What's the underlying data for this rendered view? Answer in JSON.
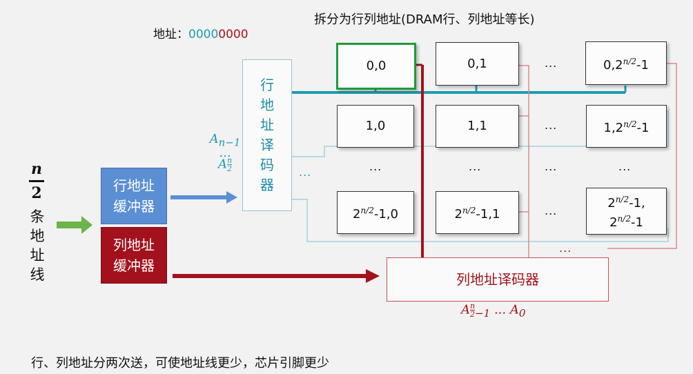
{
  "title": "拆分为行列地址(DRAM行、列地址等长)",
  "address": {
    "label": "地址：",
    "teal_part": "0000",
    "red_part": "0000"
  },
  "side_label": {
    "fraction_num": "n",
    "fraction_den": "2",
    "chars": [
      "条",
      "地",
      "址",
      "线"
    ]
  },
  "row_buffer": {
    "line1": "行地址",
    "line2": "缓冲器"
  },
  "col_buffer": {
    "line1": "列地址",
    "line2": "缓冲器"
  },
  "row_decoder": {
    "chars": [
      "行",
      "地",
      "址",
      "译",
      "码",
      "器"
    ]
  },
  "col_decoder": {
    "label": "列地址译码器"
  },
  "row_addr": {
    "top": "A",
    "top_sub": "n−1",
    "dots": "...",
    "bottom": "A",
    "bottom_sub_num": "n",
    "bottom_sub_den": "2"
  },
  "col_addr": {
    "first": "A",
    "first_sub_num": "n",
    "first_sub_den": "2",
    "first_sub_tail": "−1",
    "dots": "...",
    "last": "A",
    "last_sub": "0"
  },
  "cells": {
    "c00": "0,0",
    "c01": "0,1",
    "c0n": {
      "base": "0,2",
      "exp": "n/2",
      "tail": "-1"
    },
    "c10": "1,0",
    "c11": "1,1",
    "c1n": {
      "base": "1,2",
      "exp": "n/2",
      "tail": "-1"
    },
    "cn0": {
      "base": "2",
      "exp": "n/2",
      "tail": "-1,0"
    },
    "cn1": {
      "base": "2",
      "exp": "n/2",
      "tail": "-1,1"
    },
    "cnn": {
      "l1_base": "2",
      "l1_exp": "n/2",
      "l1_tail": "-1,",
      "l2_base": "2",
      "l2_exp": "n/2",
      "l2_tail": "-1"
    }
  },
  "ellipsis": "...",
  "footer": "行、列地址分两次送，可使地址线更少，芯片引脚更少",
  "colors": {
    "row": "#1f9bb0",
    "col": "#a3121c",
    "selected": "#1c9b3a",
    "row_buffer": "#5b8fd4"
  }
}
